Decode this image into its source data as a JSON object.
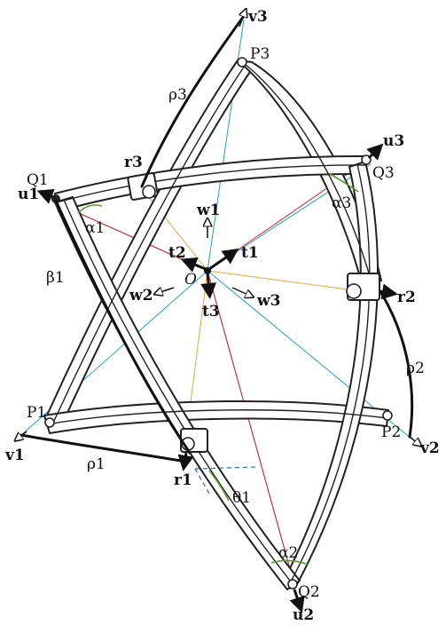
{
  "labels": {
    "v3": "v3",
    "P3": "P3",
    "rho3": "ρ3",
    "u3": "u3",
    "Q3": "Q3",
    "alpha3": "α3",
    "u1": "u1",
    "Q1": "Q1",
    "r3": "r3",
    "w1": "w1",
    "t2": "t2",
    "t1": "t1",
    "alpha1": "α1",
    "beta1": "β1",
    "w2": "w2",
    "O": "O",
    "w3": "w3",
    "t3": "t3",
    "r2": "r2",
    "rho2": "ρ2",
    "P1": "P1",
    "P2": "P2",
    "v2": "v2",
    "v1": "v1",
    "rho1": "ρ1",
    "r1": "r1",
    "theta1": "θ1",
    "alpha2": "α2",
    "Q2": "Q2",
    "u2": "u2"
  },
  "colors": {
    "blue_lines": "#1e9fe0",
    "red_lines": "#e8201b",
    "orange_lines": "#f3a23a",
    "green_arcs": "#5a9a35"
  }
}
